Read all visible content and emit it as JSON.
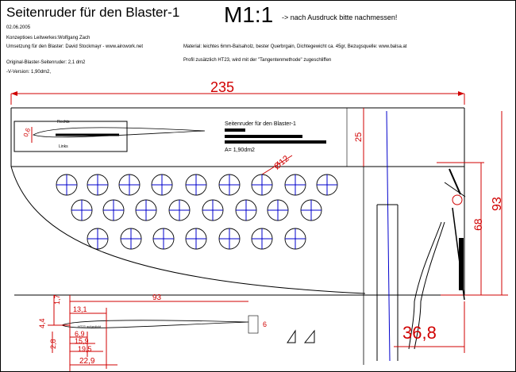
{
  "header": {
    "title": "Seitenruder für den Blaster-1",
    "scale": "M1:1",
    "scale_note": "-> nach Ausdruck bitte nachmessen!",
    "date": "02.06.2005",
    "construction": "Konzeptioes Leitwerkes:Wolfgang Zach",
    "conversion": "Umsetzung für den Blaster: David Stockmayr - www.airowork.net",
    "original_area": "Original-Blaster-Seitenruder: 2,1 dm2",
    "v_version_area": "-V-Version: 1,90dm2,",
    "material": "Material: leichtes 6mm-Balsaholz, bester Querbrgain,  Dichtegewicht ca. 45gr, Bezugsquelle: www.balsa.at",
    "profile": "Profil zusätzlich HT23, wird mit der \"Tangentenmethode\" zugeschliffen"
  },
  "part_label": {
    "name": "Seitenruder für den Blaster-1",
    "area": "A= 1,90dm2"
  },
  "mini_profile": {
    "top_label": "Rechts",
    "bottom_label": "Links",
    "angle": "0,6"
  },
  "dimensions": {
    "overall_length": "235",
    "hinge_height": "25",
    "total_height": "93",
    "lower_height": "68",
    "root_offset": "36,8",
    "hole_diameter": "Ø12",
    "profile_length": "93",
    "profile_13_1": "13,1",
    "profile_6_9": "6,9",
    "profile_15_9": "15,9",
    "profile_19_5": "19,5",
    "profile_22_9": "22,9",
    "profile_1_7": "1,7",
    "profile_4_4": "4,4",
    "profile_2_8": "2,8",
    "profile_6": "6"
  },
  "profile_note": "HT23 aufgedickt"
}
